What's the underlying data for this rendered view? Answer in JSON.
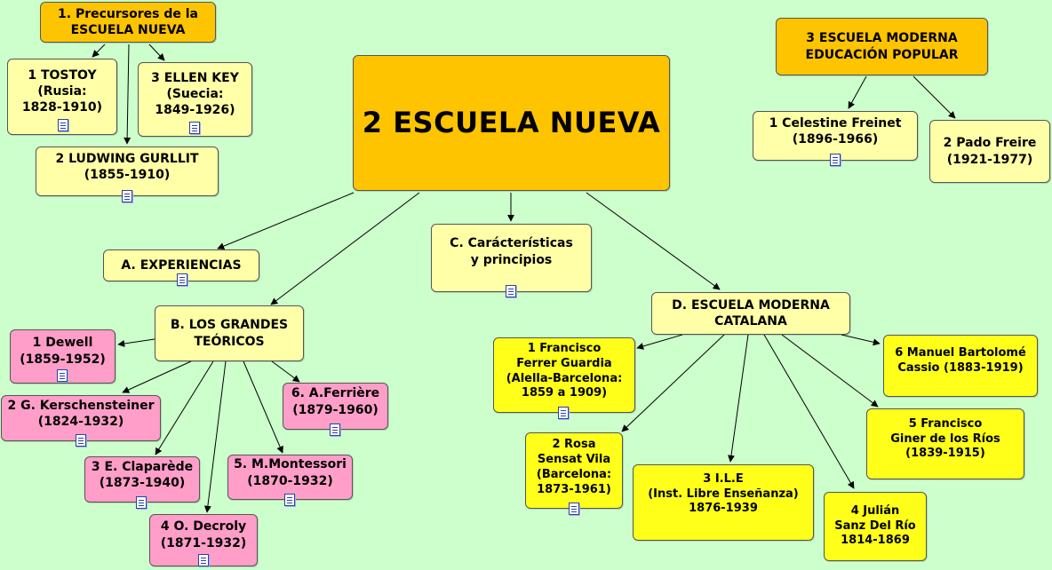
{
  "nodes": {
    "main": "2 ESCUELA NUEVA",
    "precursores": "1. Precursores de la\nESCUELA NUEVA",
    "tostoy": "1 TOSTOY\n(Rusia:\n1828-1910)",
    "ellen_key": "3 ELLEN KEY\n(Suecia:\n1849-1926)",
    "gurllit": "2 LUDWING GURLLIT\n(1855-1910)",
    "escuela_moderna": "3 ESCUELA MODERNA\nEDUCACIÓN POPULAR",
    "freinet": "1 Celestine Freinet\n(1896-1966)",
    "freire": "2 Pado Freire\n(1921-1977)",
    "experiencias": "A. EXPERIENCIAS",
    "caracteristicas": "C. Carácterísticas\ny principios",
    "teoricos": "B. LOS GRANDES\nTEÓRICOS",
    "dewell": "1 Dewell\n(1859-1952)",
    "kerschensteiner": "2 G. Kerschensteiner\n(1824-1932)",
    "claparede": "3 E. Claparède\n(1873-1940)",
    "decroly": "4    O. Decroly\n(1871-1932)",
    "montessori": "5. M.Montessori\n(1870-1932)",
    "ferriere": "6. A.Ferrière\n(1879-1960)",
    "catalana": "D. ESCUELA MODERNA\nCATALANA",
    "ferrer": "1 Francisco\nFerrer Guardia\n(Alella-Barcelona:\n1859 a 1909)",
    "sensat": "2 Rosa\nSensat Vila\n(Barcelona:\n1873-1961)",
    "ile": "3 I.L.E\n(Inst. Libre Enseñanza)\n1876-1939",
    "sanz": "4 Julián\nSanz Del Río\n1814-1869",
    "giner": "5 Francisco\nGiner de los Ríos\n(1839-1915)",
    "cassio": "6 Manuel Bartolomé\nCassio (1883-1919)"
  },
  "icons": {
    "note": "document-note-icon"
  },
  "colors": {
    "background": "#ccffcc",
    "orange": "#ffc400",
    "light_yellow": "#ffffa8",
    "yellow": "#ffff19",
    "pink": "#ff9ec8",
    "line": "#000000"
  }
}
